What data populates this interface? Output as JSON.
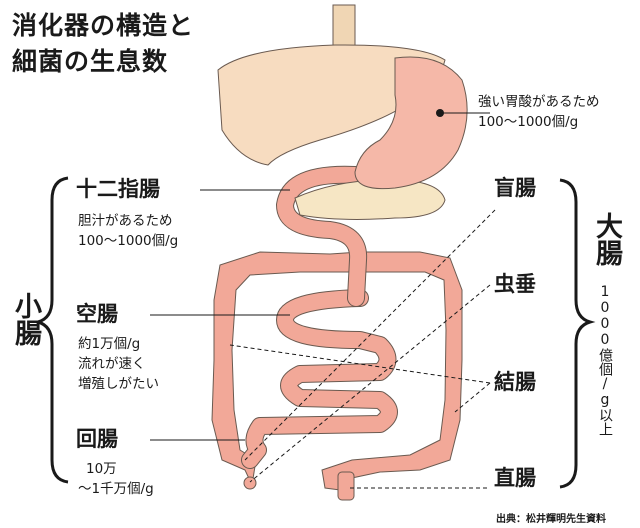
{
  "title": {
    "line1": "消化器の構造と",
    "line2": "細菌の生息数"
  },
  "labels": {
    "stomach_note_1": "強い胃酸があるため",
    "stomach_note_2": "100〜1000個/g",
    "duodenum": "十二指腸",
    "duodenum_note_1": "胆汁があるため",
    "duodenum_note_2": "100〜1000個/g",
    "jejunum": "空腸",
    "jejunum_note_1": "約1万個/g",
    "jejunum_note_2": "流れが速く",
    "jejunum_note_3": "増殖しがたい",
    "ileum": "回腸",
    "ileum_note_1": "10万",
    "ileum_note_2": "〜1千万個/g",
    "small_intestine": "小腸",
    "cecum": "盲腸",
    "appendix": "虫垂",
    "colon": "結腸",
    "rectum": "直腸",
    "large_intestine": "大腸",
    "large_intestine_count": "1000億個/g以上"
  },
  "source": "出典：松井輝明先生資料",
  "colors": {
    "liver": "#f7dcc0",
    "stomach": "#f5b8a8",
    "intestine": "#f2a898",
    "pancreas": "#f6e6c4",
    "esophagus": "#f0d6b4",
    "outline": "#6a5a50"
  }
}
